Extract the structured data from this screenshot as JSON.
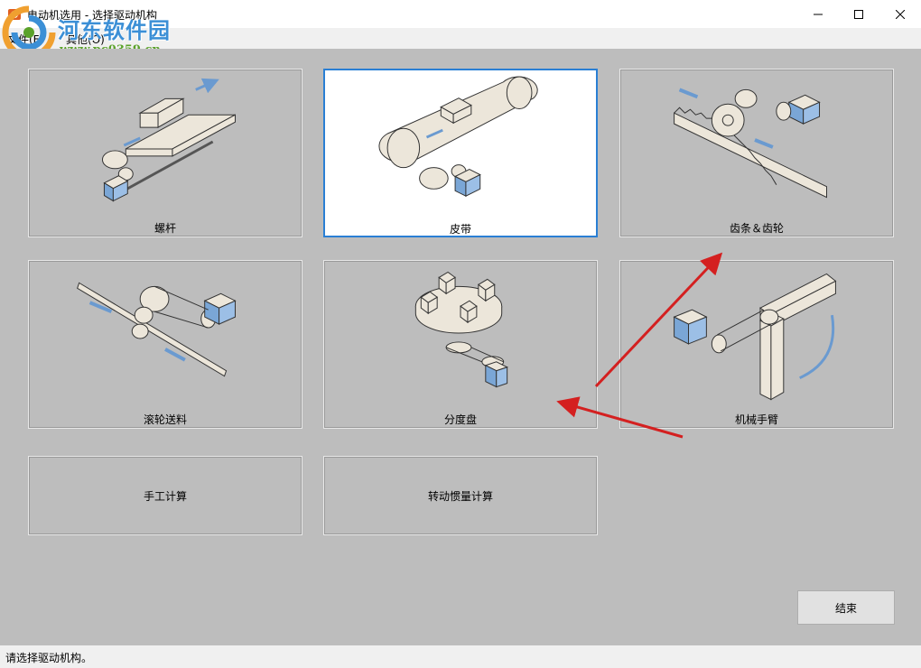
{
  "window": {
    "title": "电动机选用 - 选择驱动机构"
  },
  "menu": {
    "file": "文件(F)",
    "other": "其他(O)"
  },
  "watermark": {
    "name": "河东软件园",
    "url": "www.pc0359.cn"
  },
  "mechanisms": [
    {
      "label": "螺杆",
      "icon": "ball-screw-illustration",
      "selected": false
    },
    {
      "label": "皮带",
      "icon": "belt-conveyor-illustration",
      "selected": true
    },
    {
      "label": "齿条＆齿轮",
      "icon": "rack-pinion-illustration",
      "selected": false
    },
    {
      "label": "滚轮送料",
      "icon": "roller-feed-illustration",
      "selected": false
    },
    {
      "label": "分度盘",
      "icon": "index-table-illustration",
      "selected": false
    },
    {
      "label": "机械手臂",
      "icon": "robot-arm-illustration",
      "selected": false
    }
  ],
  "calc_buttons": [
    {
      "label": "手工计算"
    },
    {
      "label": "转动惯量计算"
    }
  ],
  "end_button": "结束",
  "status": "请选择驱动机构。",
  "colors": {
    "accent": "#2a7fd4",
    "panel_bg": "#bdbdbd",
    "annotation_arrow": "#d42020"
  }
}
